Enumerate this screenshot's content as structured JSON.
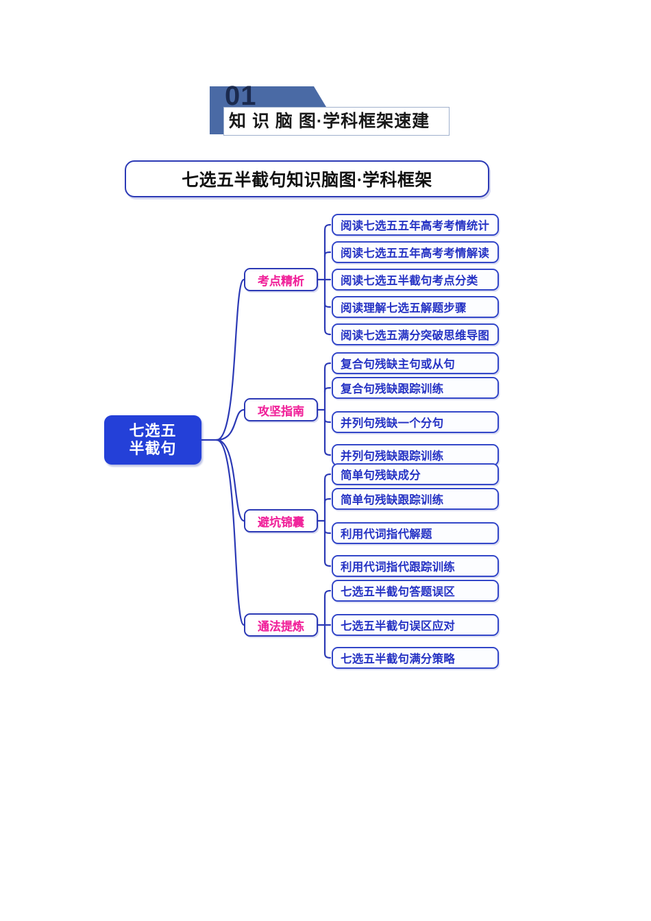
{
  "header": {
    "number": "01",
    "title": "知 识 脑 图·学科框架速建"
  },
  "main_title": "七选五半截句知识脑图·学科框架",
  "colors": {
    "root_fill": "#2440d8",
    "root_text": "#ffffff",
    "branch_text": "#f0249b",
    "leaf_text": "#2633c4",
    "node_border": "#2b39b5",
    "ribbon": "#4a6aa5",
    "connector": "#2b39b5"
  },
  "mindmap": {
    "root": {
      "line1": "七选五",
      "line2": "半截句"
    },
    "branches": [
      {
        "label": "考点精析",
        "leaves": [
          "阅读七选五五年高考考情统计",
          "阅读七选五五年高考考情解读",
          "阅读七选五半截句考点分类",
          "阅读理解七选五解题步骤",
          "阅读七选五满分突破思维导图"
        ]
      },
      {
        "label": "攻坚指南",
        "leaves": [
          "复合句残缺主句或从句",
          "复合句残缺跟踪训练",
          "并列句残缺一个分句",
          "并列句残缺跟踪训练"
        ]
      },
      {
        "label": "避坑锦囊",
        "leaves": [
          "简单句残缺成分",
          "简单句残缺跟踪训练",
          "利用代词指代解题",
          "利用代词指代跟踪训练"
        ]
      },
      {
        "label": "通法提炼",
        "leaves": [
          "七选五半截句答题误区",
          "七选五半截句误区应对",
          "七选五半截句满分策略"
        ]
      }
    ]
  }
}
